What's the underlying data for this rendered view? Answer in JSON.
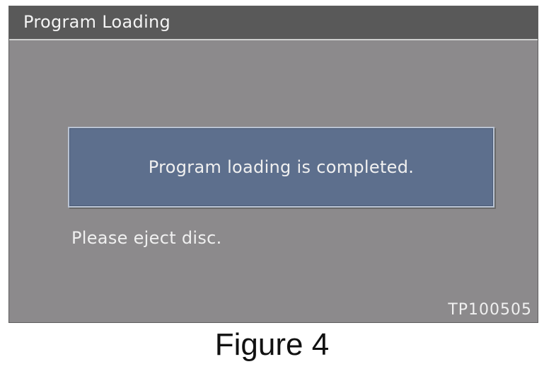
{
  "window": {
    "title": "Program Loading"
  },
  "dialog": {
    "message": "Program loading is completed.",
    "instruction": "Please eject disc.",
    "image_code": "TP100505"
  },
  "caption": {
    "text": "Figure 4"
  },
  "colors": {
    "title_bar": "#595959",
    "screen_background": "#8c8a8c",
    "message_box": "#5d6f8d",
    "text": "#f0f0f0"
  }
}
